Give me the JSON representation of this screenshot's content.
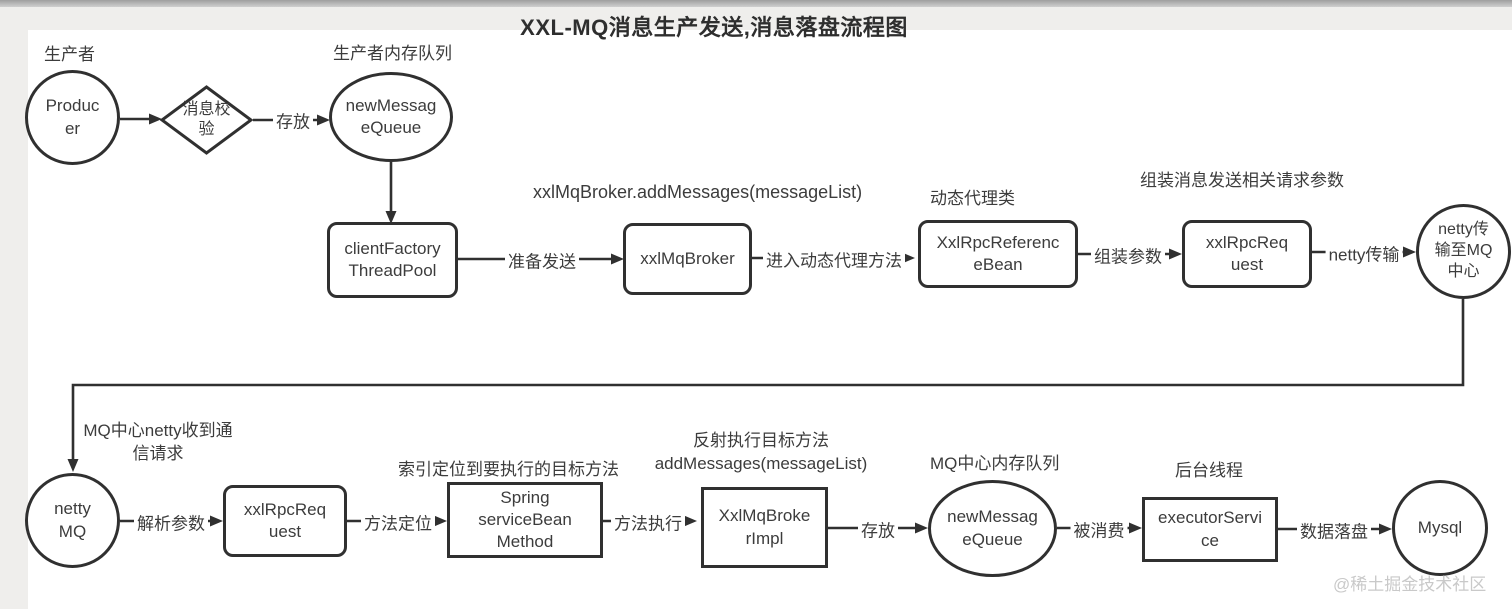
{
  "title": "XXL-MQ消息生产发送,消息落盘流程图",
  "watermark": "@稀土掘金技术社区",
  "nodes": {
    "producer": "Producer",
    "msg_validate": "消息校验",
    "producer_queue": "newMessageQueue",
    "client_factory": "clientFactory ThreadPool",
    "xxl_mq_broker": "xxlMqBroker",
    "xxl_rpc_reference_bean": "XxlRpcReferenceBean",
    "xxl_rpc_request_send": "xxlRpcRequest",
    "netty_to_mq": "netty传输至MQ中心",
    "netty_mq": "netty MQ",
    "xxl_rpc_request_receive": "xxlRpcRequest",
    "spring_service_bean": "Spring serviceBean Method",
    "xxl_mq_broker_impl": "XxlMqBrokerImpl",
    "mq_center_queue": "newMessageQueue",
    "executor_service": "executorService",
    "mysql": "Mysql"
  },
  "edge_labels": {
    "store_producer": "存放",
    "prepare_send": "准备发送",
    "enter_proxy": "进入动态代理方法",
    "assemble_params": "组装参数",
    "netty_transfer": "netty传输",
    "parse_params": "解析参数",
    "locate_method": "方法定位",
    "execute_method": "方法执行",
    "store_center": "存放",
    "consume": "被消费",
    "persist": "数据落盘"
  },
  "annotations": {
    "producer": "生产者",
    "producer_queue": "生产者内存队列",
    "add_messages_call": "xxlMqBroker.addMessages(messageList)",
    "dynamic_proxy": "动态代理类",
    "assemble_request": "组装消息发送相关请求参数",
    "mq_netty_receive": "MQ中心netty收到通信请求",
    "index_locate": "索引定位到要执行的目标方法",
    "reflect_execute": "反射执行目标方法 addMessages(messageList)",
    "mq_center_queue": "MQ中心内存队列",
    "background_thread": "后台线程"
  },
  "colors": {
    "line": "#303030",
    "node_border": "#303030",
    "text": "#3c3c3c",
    "canvas": "#ffffff",
    "page_background": "#efeeec",
    "watermark": "#c9c9c9"
  }
}
